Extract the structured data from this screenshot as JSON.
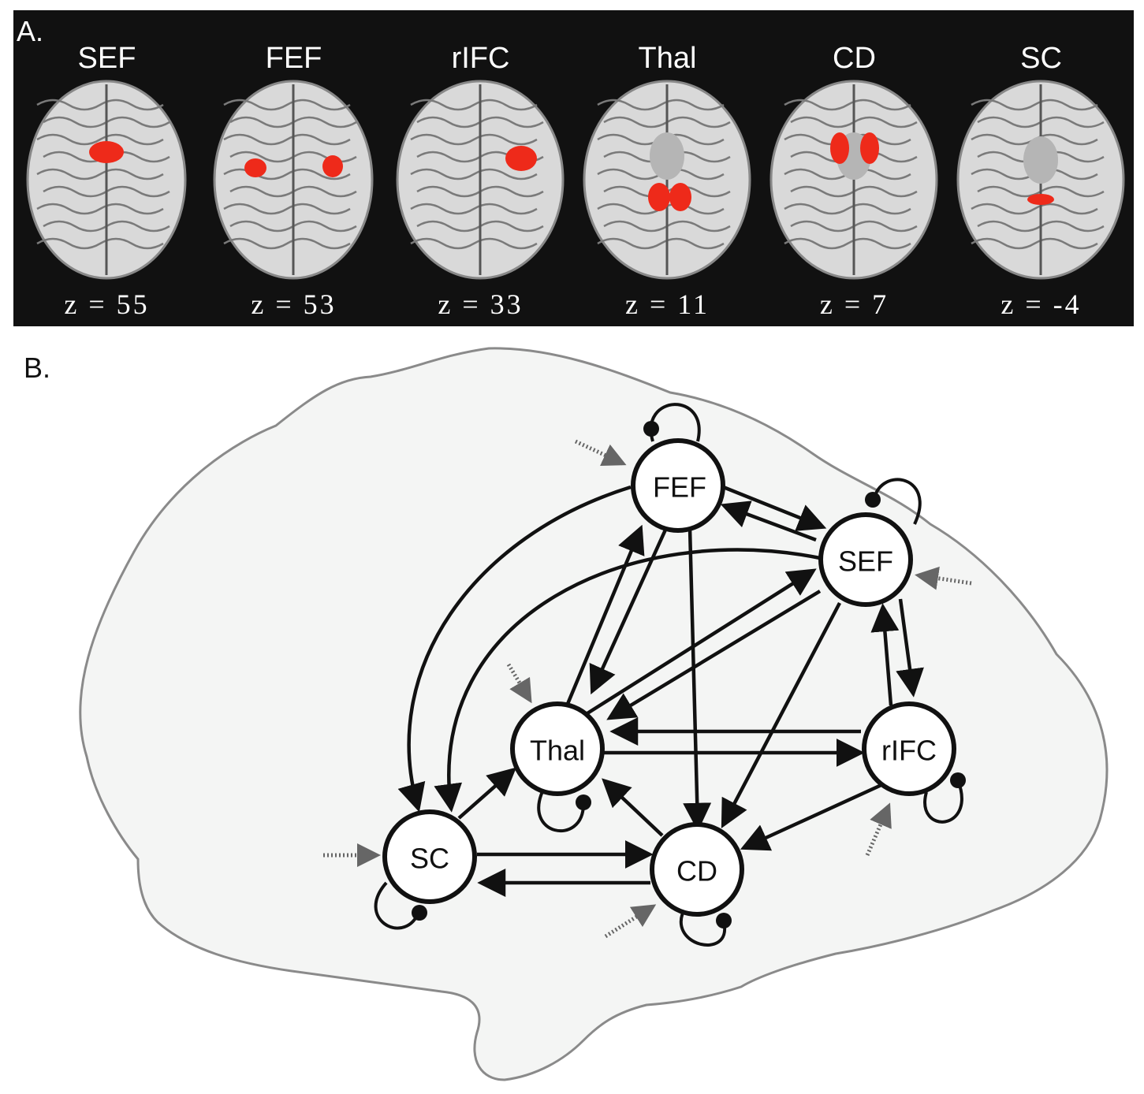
{
  "panelA": {
    "label": "A.",
    "slices": [
      {
        "title": "SEF",
        "z": "z = 55",
        "brain_color": "#d9d9d9",
        "roi_color": "#ee2a1a"
      },
      {
        "title": "FEF",
        "z": "z = 53",
        "brain_color": "#d9d9d9",
        "roi_color": "#ee2a1a"
      },
      {
        "title": "rIFC",
        "z": "z = 33",
        "brain_color": "#d9d9d9",
        "roi_color": "#ee2a1a"
      },
      {
        "title": "Thal",
        "z": "z = 11",
        "brain_color": "#d9d9d9",
        "roi_color": "#ee2a1a"
      },
      {
        "title": "CD",
        "z": "z = 7",
        "brain_color": "#d9d9d9",
        "roi_color": "#ee2a1a"
      },
      {
        "title": "SC",
        "z": "z = -4",
        "brain_color": "#d9d9d9",
        "roi_color": "#ee2a1a"
      }
    ]
  },
  "panelB": {
    "label": "B.",
    "nodes": {
      "fef": "FEF",
      "sef": "SEF",
      "thal": "Thal",
      "rifc": "rIFC",
      "sc": "SC",
      "cd": "CD"
    },
    "background_color": "#f4f5f4",
    "outline_color": "#8a8a8a"
  }
}
